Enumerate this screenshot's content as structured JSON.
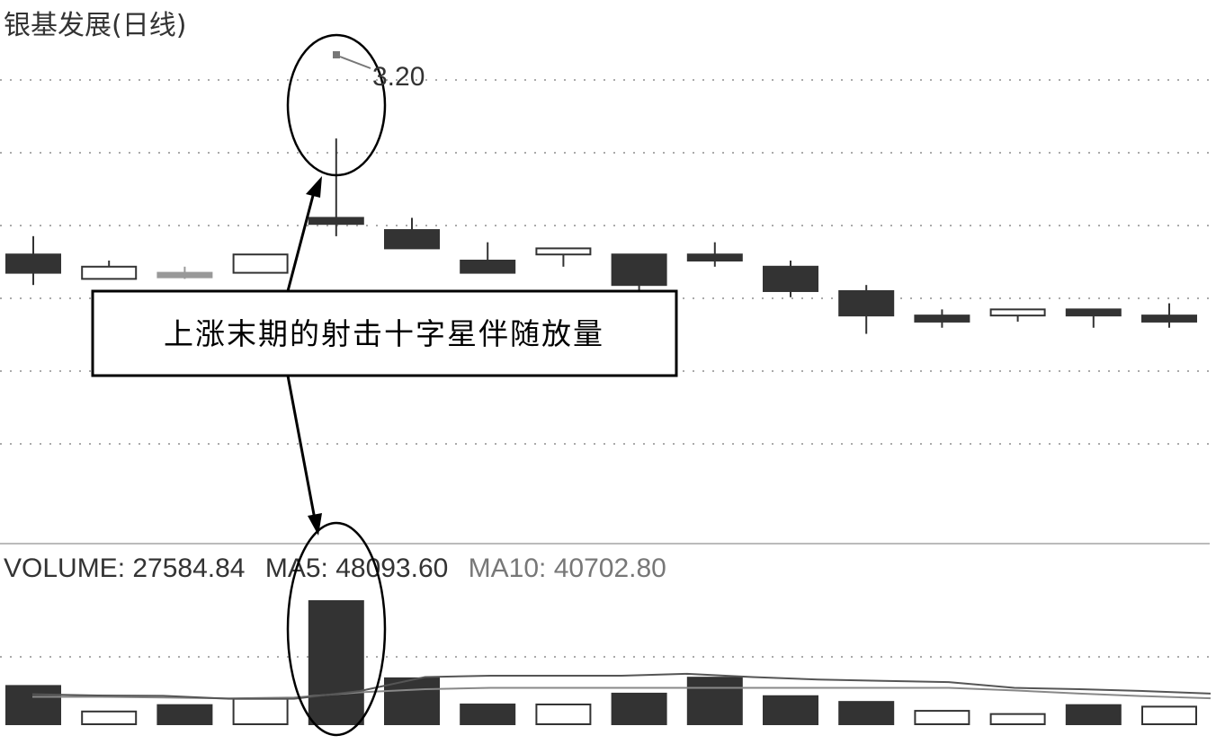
{
  "chart_data": {
    "type": "candlestick",
    "title": "银基发展(日线)",
    "peak_label": "3.20",
    "callout": "上涨末期的射击十字星伴随放量",
    "price_ylim": [
      2.66,
      3.34
    ],
    "candles": [
      {
        "open": 3.01,
        "high": 3.04,
        "low": 2.96,
        "close": 2.98,
        "color": "black"
      },
      {
        "open": 2.97,
        "high": 3.0,
        "low": 2.97,
        "close": 2.99,
        "color": "white"
      },
      {
        "open": 2.98,
        "high": 2.99,
        "low": 2.97,
        "close": 2.98,
        "color": "gray"
      },
      {
        "open": 2.98,
        "high": 3.01,
        "low": 2.98,
        "close": 3.01,
        "color": "white"
      },
      {
        "open": 3.07,
        "high": 3.2,
        "low": 3.04,
        "close": 3.06,
        "color": "black"
      },
      {
        "open": 3.05,
        "high": 3.07,
        "low": 3.03,
        "close": 3.02,
        "color": "black"
      },
      {
        "open": 3.0,
        "high": 3.03,
        "low": 2.99,
        "close": 2.98,
        "color": "black"
      },
      {
        "open": 3.01,
        "high": 3.02,
        "low": 2.99,
        "close": 3.02,
        "color": "white"
      },
      {
        "open": 3.01,
        "high": 3.01,
        "low": 2.94,
        "close": 2.96,
        "color": "black"
      },
      {
        "open": 3.01,
        "high": 3.03,
        "low": 2.99,
        "close": 3.0,
        "color": "black"
      },
      {
        "open": 2.99,
        "high": 3.0,
        "low": 2.94,
        "close": 2.95,
        "color": "black"
      },
      {
        "open": 2.95,
        "high": 2.96,
        "low": 2.88,
        "close": 2.91,
        "color": "black"
      },
      {
        "open": 2.91,
        "high": 2.92,
        "low": 2.89,
        "close": 2.9,
        "color": "black"
      },
      {
        "open": 2.91,
        "high": 2.92,
        "low": 2.9,
        "close": 2.92,
        "color": "white"
      },
      {
        "open": 2.92,
        "high": 2.92,
        "low": 2.89,
        "close": 2.91,
        "color": "black"
      },
      {
        "open": 2.91,
        "high": 2.93,
        "low": 2.89,
        "close": 2.9,
        "color": "black"
      }
    ],
    "volume_legend": [
      {
        "label": "VOLUME: 27584.84",
        "color": "#333333"
      },
      {
        "label": "MA5: 48093.60",
        "color": "#333333"
      },
      {
        "label": "MA10: 40702.80",
        "color": "#777777"
      }
    ],
    "volume_ylim": [
      0,
      200000
    ],
    "volume": [
      {
        "value": 60000,
        "color": "black"
      },
      {
        "value": 20000,
        "color": "white"
      },
      {
        "value": 30000,
        "color": "black"
      },
      {
        "value": 40000,
        "color": "white"
      },
      {
        "value": 193000,
        "color": "black"
      },
      {
        "value": 72000,
        "color": "black"
      },
      {
        "value": 31000,
        "color": "black"
      },
      {
        "value": 31000,
        "color": "white"
      },
      {
        "value": 48000,
        "color": "black"
      },
      {
        "value": 73000,
        "color": "black"
      },
      {
        "value": 44000,
        "color": "black"
      },
      {
        "value": 35000,
        "color": "black"
      },
      {
        "value": 21000,
        "color": "white"
      },
      {
        "value": 16000,
        "color": "white"
      },
      {
        "value": 30000,
        "color": "black"
      },
      {
        "value": 27584.84,
        "color": "white"
      }
    ],
    "ma5": [
      47000,
      45000,
      44500,
      40000,
      40000,
      52000,
      74000,
      76000,
      76000,
      76000,
      79000,
      74000,
      70000,
      68000,
      66000,
      57000,
      55000,
      52000,
      48093.6
    ],
    "ma10": [
      43000,
      43000,
      42000,
      40500,
      42000,
      50000,
      55000,
      57000,
      57000,
      57000,
      57000,
      57000,
      57000,
      57000,
      57000,
      53000,
      48000,
      44000,
      40702.8
    ],
    "grid": "dotted-horizontal",
    "colors": {
      "up_fill": "#ffffff",
      "down_fill": "#333333",
      "stroke": "#333333",
      "gray": "#999999"
    }
  }
}
